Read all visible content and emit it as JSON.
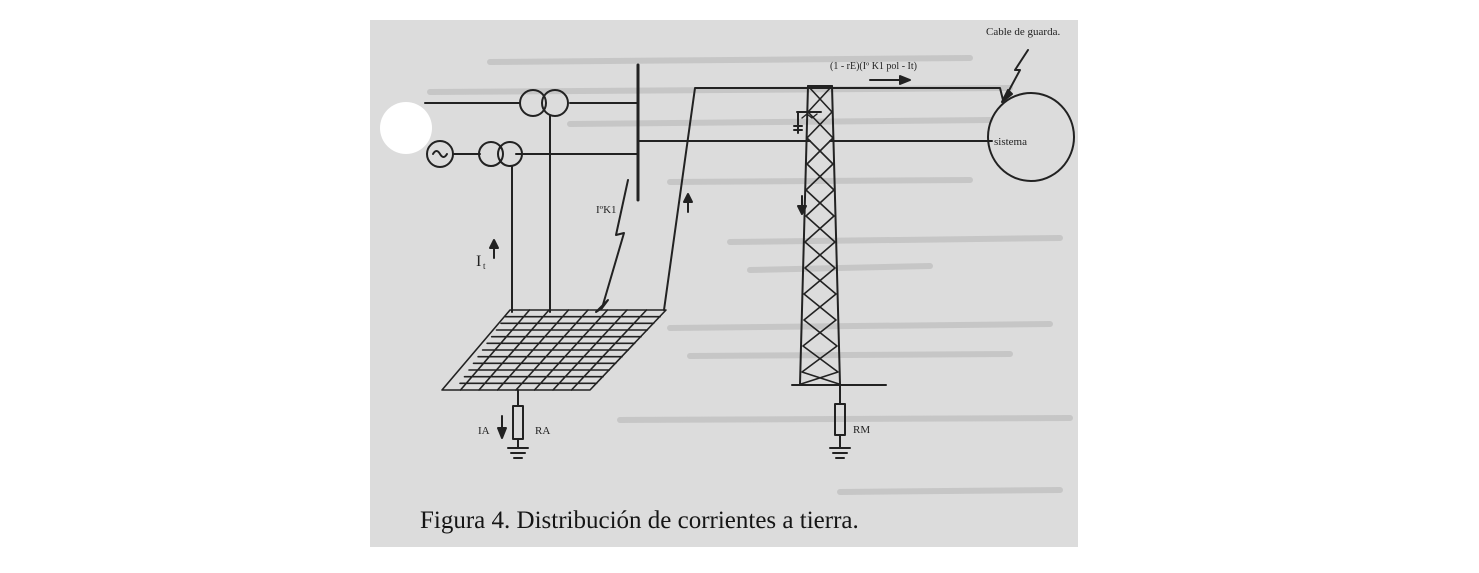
{
  "labels": {
    "ground_wire": "Cable de guarda.",
    "return_current": "(1 - rE)(Iº K1 pol - It)",
    "system": "sistema",
    "fault_current": "IºK1",
    "neutral_current": "I",
    "neutral_current_sub": "t",
    "mesh_current": "IA",
    "mesh_resistance": "RA",
    "tower_resistance": "RM"
  },
  "caption": "Figura 4. Distribución de corrientes a tierra.",
  "colors": {
    "paper": "#dcdcdc",
    "ink": "#222222",
    "background": "#ffffff"
  },
  "icons": [
    "generator-icon",
    "transformer-icon",
    "lightning-bolt-icon",
    "ground-symbol-icon",
    "resistor-icon",
    "arrow-icon"
  ]
}
